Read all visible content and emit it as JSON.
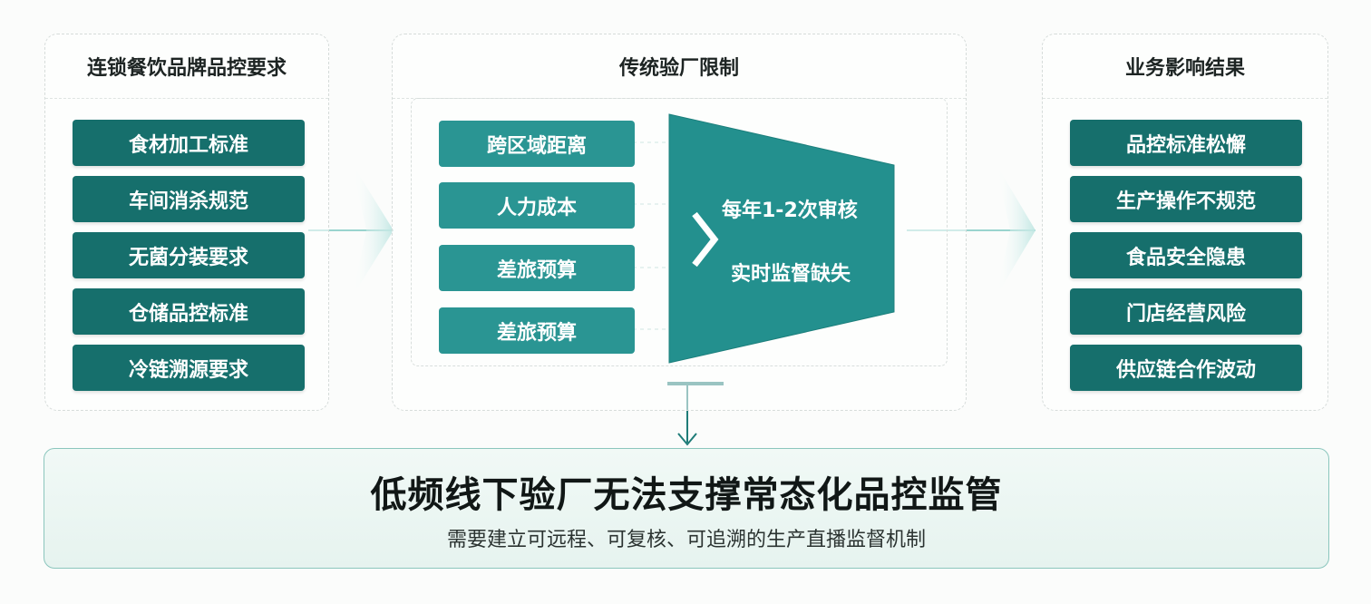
{
  "left_panel": {
    "title": "连锁餐饮品牌品控要求",
    "items": [
      "食材加工标准",
      "车间消杀规范",
      "无菌分装要求",
      "仓储品控标准",
      "冷链溯源要求"
    ]
  },
  "center_panel": {
    "title": "传统验厂限制",
    "items": [
      "跨区域距离",
      "人力成本",
      "差旅预算",
      "差旅预算"
    ],
    "funnel_lines": [
      "每年1-2次审核",
      "实时监督缺失"
    ]
  },
  "right_panel": {
    "title": "业务影响结果",
    "items": [
      "品控标准松懈",
      "生产操作不规范",
      "食品安全隐患",
      "门店经营风险",
      "供应链合作波动"
    ]
  },
  "conclusion": {
    "title": "低频线下验厂无法支撑常态化品控监管",
    "subtitle": "需要建立可远程、可复核、可追溯的生产直播监督机制"
  },
  "colors": {
    "tile_dark": "#166f6c",
    "tile_light": "#2a9593",
    "funnel": "#23908e",
    "accent": "#8bc6bd"
  }
}
